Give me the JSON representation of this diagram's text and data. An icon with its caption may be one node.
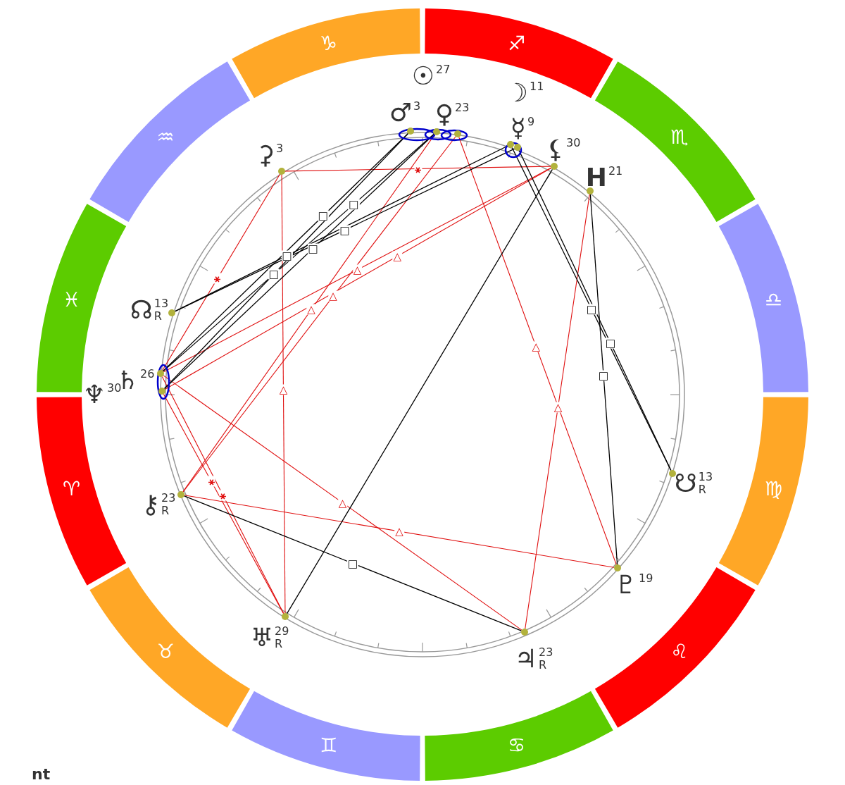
{
  "diagram": {
    "nodes": [
      {
        "text": [],
        "shape": "circle",
        "beside": [
          "♂",
          "3"
        ]
      },
      {
        "text": [],
        "shape": "circle",
        "beside": [
          "☉",
          "27"
        ]
      },
      {
        "text": [],
        "shape": "circle",
        "beside": [
          "♀",
          "23"
        ]
      },
      {
        "text": [],
        "shape": "circle",
        "beside": [
          "☽",
          "11"
        ]
      },
      {
        "text": [],
        "shape": "circle",
        "beside": [
          "☿",
          "9"
        ]
      },
      {
        "text": [],
        "shape": "circle",
        "beside": [
          "⚸",
          "30"
        ]
      },
      {
        "text": [],
        "shape": "circle",
        "beside": [
          "⚳",
          "3"
        ]
      },
      {
        "text": [],
        "shape": "circle",
        "beside": [
          "H",
          "21"
        ]
      },
      {
        "text": [],
        "shape": "circle",
        "beside": [
          "☊",
          "13",
          "R"
        ]
      },
      {
        "text": [],
        "shape": "circle",
        "beside": [
          "♄",
          "26"
        ]
      },
      {
        "text": [],
        "shape": "circle",
        "beside": [
          "♆",
          "30"
        ]
      },
      {
        "text": [],
        "shape": "circle",
        "beside": [
          "☋",
          "13",
          "R"
        ]
      },
      {
        "text": [],
        "shape": "circle",
        "beside": [
          "⚷",
          "23",
          "R"
        ]
      },
      {
        "text": [],
        "shape": "circle",
        "beside": [
          "♇",
          "19"
        ]
      },
      {
        "text": [],
        "shape": "circle",
        "beside": [
          "♅",
          "29",
          "R"
        ]
      },
      {
        "text": [],
        "shape": "circle",
        "beside": [
          "♃",
          "23",
          "R"
        ]
      }
    ],
    "edges": [
      {
        "from": 6,
        "to": 5,
        "arrow": "none",
        "label": "⚹"
      },
      {
        "from": 6,
        "to": 14,
        "arrow": "none",
        "label": "△"
      },
      {
        "from": 6,
        "to": 9,
        "arrow": "none",
        "label": "⚹"
      },
      {
        "from": 2,
        "to": 13,
        "arrow": "none",
        "label": "△"
      },
      {
        "from": 7,
        "to": 15,
        "arrow": "none",
        "label": "△"
      },
      {
        "from": 12,
        "to": 13,
        "arrow": "none",
        "label": "△"
      },
      {
        "from": 9,
        "to": 15,
        "arrow": "none",
        "label": "△"
      },
      {
        "from": 9,
        "to": 14,
        "arrow": "none",
        "label": "⚹"
      },
      {
        "from": 10,
        "to": 14,
        "arrow": "none",
        "label": "⚹"
      },
      {
        "from": 12,
        "to": 1,
        "arrow": "none",
        "label": "△"
      },
      {
        "from": 12,
        "to": 2,
        "arrow": "none",
        "label": "△"
      },
      {
        "from": 9,
        "to": 5,
        "arrow": "none",
        "label": "△"
      },
      {
        "from": 10,
        "to": 5,
        "arrow": "none",
        "label": "△"
      },
      {
        "from": 8,
        "to": 3,
        "arrow": "none",
        "label": "□",
        "color": "#000000"
      },
      {
        "from": 8,
        "to": 4,
        "arrow": "none",
        "label": "□",
        "color": "#000000"
      },
      {
        "from": 9,
        "to": 0,
        "arrow": "none",
        "label": "□",
        "color": "#000000"
      },
      {
        "from": 10,
        "to": 0,
        "arrow": "none",
        "label": "□",
        "color": "#000000"
      },
      {
        "from": 9,
        "to": 1,
        "arrow": "none",
        "label": "□",
        "color": "#000000"
      },
      {
        "from": 10,
        "to": 1,
        "arrow": "none",
        "label": "□",
        "color": "#000000"
      },
      {
        "from": 3,
        "to": 11,
        "arrow": "none",
        "label": "□",
        "color": "#000000"
      },
      {
        "from": 4,
        "to": 11,
        "arrow": "none",
        "label": "□",
        "color": "#000000"
      },
      {
        "from": 7,
        "to": 13,
        "arrow": "none",
        "label": "□",
        "color": "#000000"
      },
      {
        "from": 5,
        "to": 14,
        "arrow": "none",
        "color": "#000000"
      },
      {
        "from": 12,
        "to": 15,
        "arrow": "none",
        "label": "□",
        "color": "#000000"
      }
    ],
    "labels": [
      "♑",
      "♐",
      "♒",
      "♏",
      "♓",
      "♎",
      "♈",
      "♍",
      "♉",
      "♌",
      "♊",
      "♋",
      "nt"
    ]
  }
}
